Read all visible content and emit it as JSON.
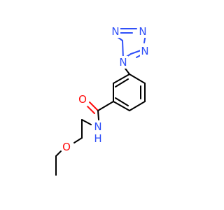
{
  "molecule": {
    "atoms": {
      "n1": {
        "symbol": "N",
        "color": "#3050f8"
      },
      "n2": {
        "symbol": "N",
        "color": "#3050f8"
      },
      "n3": {
        "symbol": "N",
        "color": "#3050f8"
      },
      "n4": {
        "symbol": "N",
        "color": "#3050f8"
      },
      "o_carbonyl": {
        "symbol": "O",
        "color": "#ff0d0d"
      },
      "nh": {
        "symbol": "N",
        "hydrogen": "H",
        "color": "#3050f8"
      },
      "o_ether": {
        "symbol": "O",
        "color": "#ff0d0d"
      }
    },
    "bond_color": "#000000"
  }
}
